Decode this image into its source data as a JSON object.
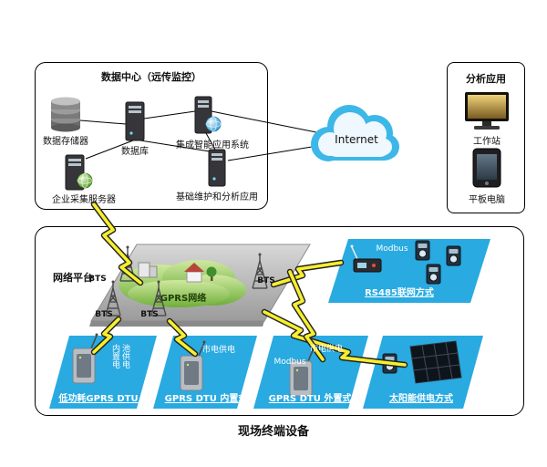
{
  "data_center": {
    "title": "数据中心（远传监控）",
    "storage_label": "数据存储器",
    "database_label": "数据库",
    "integrated_app_label": "集成智能应用系统",
    "collection_server_label": "企业采集服务器",
    "maintenance_app_label": "基础维护和分析应用"
  },
  "internet": {
    "label": "Internet"
  },
  "analysis": {
    "title": "分析应用",
    "workstation_label": "工作站",
    "tablet_label": "平板电脑"
  },
  "network_platform": {
    "label": "网络平台",
    "gprs_label": "GPRS网络",
    "bts_label": "BTS"
  },
  "rs485_box": {
    "modbus_label": "Modbus",
    "title": "RS485联网方式"
  },
  "terminal_boxes": [
    {
      "power_label": "内置电池供电",
      "title": "低功耗GPRS DTU"
    },
    {
      "power_label": "市电供电",
      "title": "GPRS DTU 内置式"
    },
    {
      "modbus_label": "Modbus",
      "power_label": "市电供电",
      "title": "GPRS DTU 外置式"
    },
    {
      "title": "太阳能供电方式"
    }
  ],
  "footer_label": "现场终端设备",
  "colors": {
    "terminal_blue": "#29aae1",
    "bolt_yellow": "#f7ee2e",
    "gprs_green": "#76b043",
    "platform_gray": "#b3b3b3",
    "cloud_blue": "#3db7e8"
  }
}
